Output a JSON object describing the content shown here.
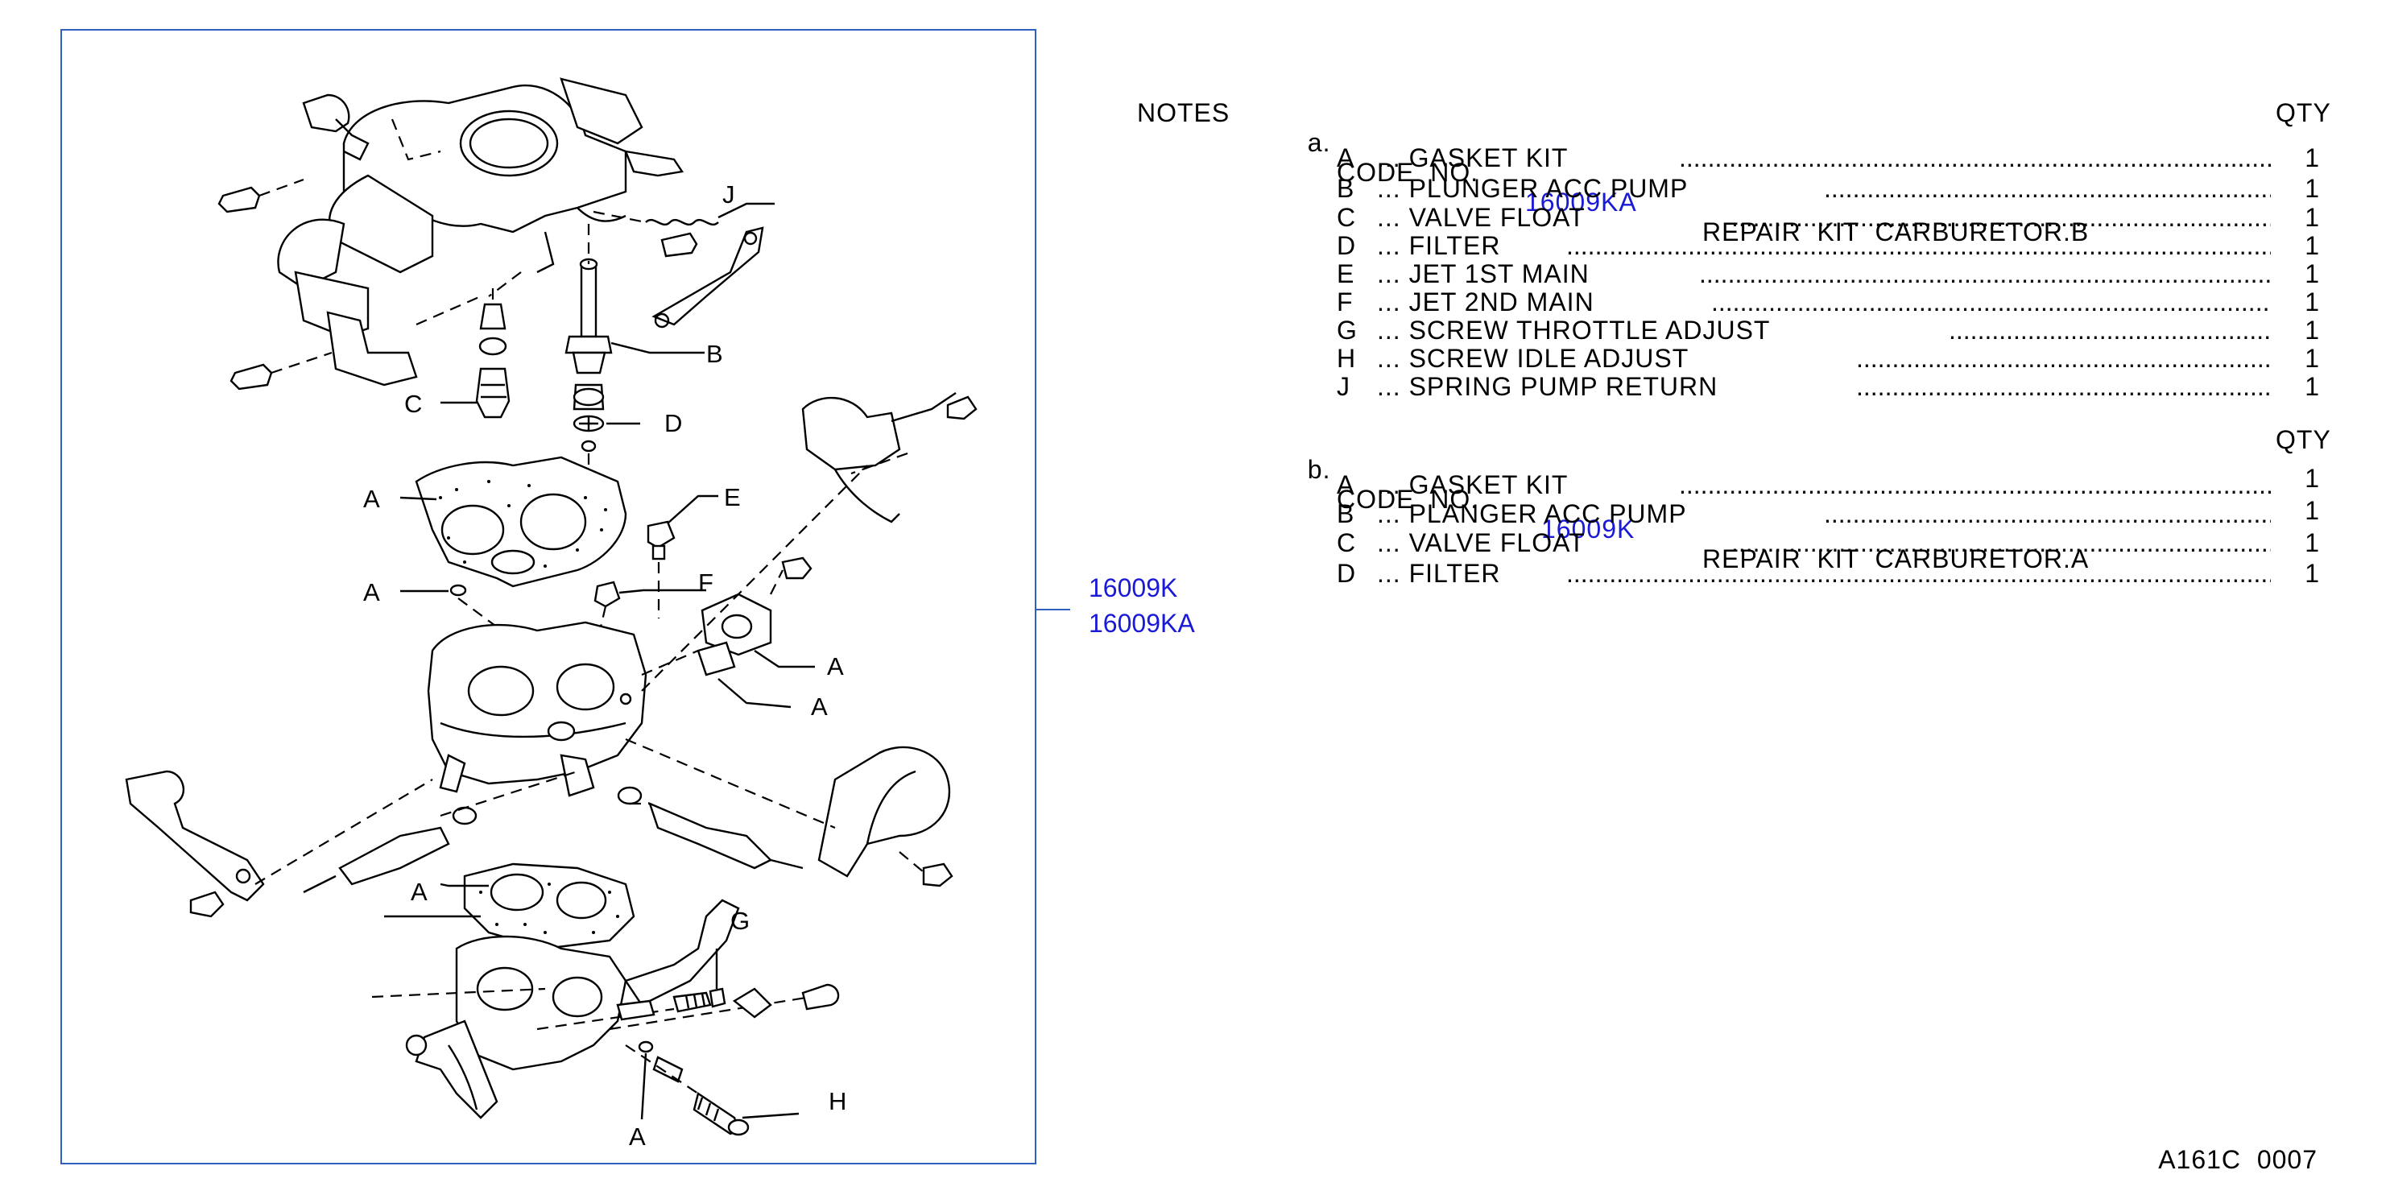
{
  "diagram": {
    "labels": {
      "A1": "A",
      "A2": "A",
      "A3": "A",
      "A4": "A",
      "A5": "A",
      "A6": "A",
      "B": "B",
      "C": "C",
      "D": "D",
      "E": "E",
      "F": "F",
      "G": "G",
      "H": "H",
      "J": "J"
    }
  },
  "refs": [
    "16009K",
    "16009KA"
  ],
  "notes_label": "NOTES",
  "kits": [
    {
      "prefix": "a.",
      "code_label": "CODE  NO.",
      "code": "16009KA",
      "name": "REPAIR  KIT  CARBURETOR.B",
      "qty_label": "QTY",
      "items": [
        {
          "letter": "A",
          "desc": "...  GASKET  KIT",
          "qty": "1"
        },
        {
          "letter": "B",
          "desc": "... PLUNGER  ACC  PUMP",
          "qty": "1"
        },
        {
          "letter": "C",
          "desc": "... VALVE  FLOAT",
          "qty": "1"
        },
        {
          "letter": "D",
          "desc": "... FILTER",
          "qty": "1"
        },
        {
          "letter": "E",
          "desc": "... JET  1ST  MAIN",
          "qty": "1"
        },
        {
          "letter": "F",
          "desc": "... JET  2ND  MAIN",
          "qty": "1"
        },
        {
          "letter": "G",
          "desc": "... SCREW  THROTTLE  ADJUST",
          "qty": "1"
        },
        {
          "letter": "H",
          "desc": "... SCREW  IDLE  ADJUST",
          "qty": "1"
        },
        {
          "letter": "J",
          "desc": "... SPRING  PUMP  RETURN",
          "qty": "1"
        }
      ]
    },
    {
      "prefix": "b.",
      "code_label": "CODE  NO.",
      "code": "16009K",
      "name": "REPAIR  KIT  CARBURETOR.A",
      "qty_label": "QTY",
      "items": [
        {
          "letter": "A",
          "desc": "...  GASKET  KIT",
          "qty": "1"
        },
        {
          "letter": "B",
          "desc": "... PLANGER  ACC  PUMP",
          "qty": "1"
        },
        {
          "letter": "C",
          "desc": "... VALVE  FLOAT",
          "qty": "1"
        },
        {
          "letter": "D",
          "desc": "... FILTER",
          "qty": "1"
        }
      ]
    }
  ],
  "figure_code": "A161C  0007"
}
